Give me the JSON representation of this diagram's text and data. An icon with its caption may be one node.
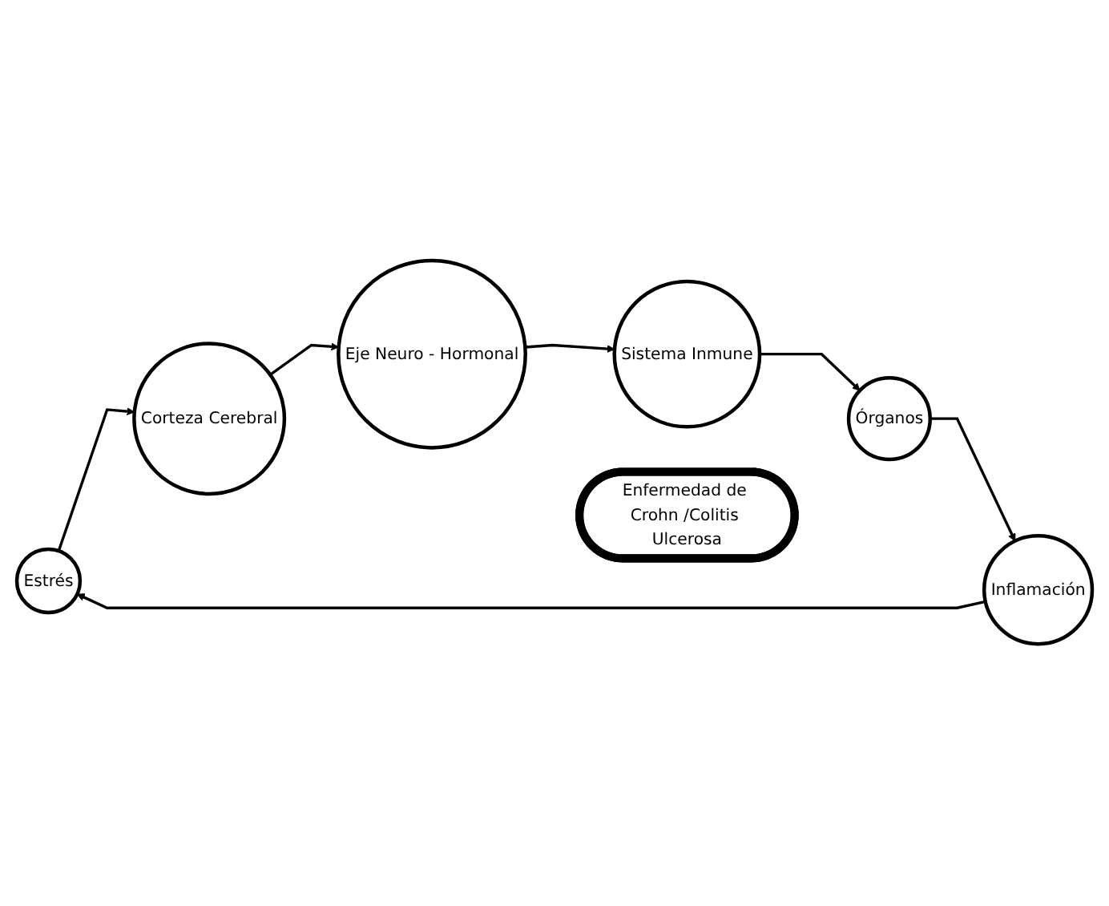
{
  "diagram": {
    "nodes": [
      {
        "text": [
          "Estrés"
        ]
      },
      {
        "text": [
          "Inflamación"
        ]
      },
      {
        "text": [
          "Corteza Cerebral"
        ]
      },
      {
        "text": [
          "Enfermedad de Crohn /Colitis Ulcerosa"
        ]
      },
      {
        "text": [
          "Órganos"
        ]
      },
      {
        "text": [
          "Eje Neuro - Hormonal"
        ]
      },
      {
        "text": [
          "Sistema Inmune"
        ]
      }
    ],
    "edges": [
      {
        "from": 1,
        "to": 0,
        "arrow": "to"
      },
      {
        "from": 0,
        "to": 2,
        "arrow": "to"
      },
      {
        "from": 2,
        "to": 5,
        "arrow": "to"
      },
      {
        "from": 5,
        "to": 6,
        "arrow": "to"
      },
      {
        "from": 6,
        "to": 4,
        "arrow": "to"
      },
      {
        "from": 4,
        "to": 1,
        "arrow": "to"
      }
    ]
  }
}
